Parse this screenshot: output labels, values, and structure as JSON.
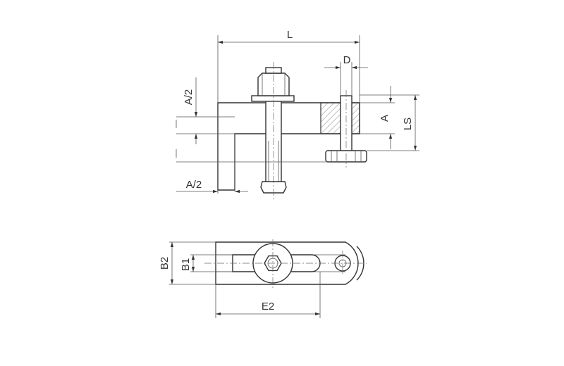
{
  "labels": {
    "L": "L",
    "D": "D",
    "A_half_top": "A/2",
    "A": "A",
    "LS": "LS",
    "A_half_bottom": "A/2",
    "B2": "B2",
    "B1": "B1",
    "E2": "E2"
  },
  "colors": {
    "line": "#333333",
    "background": "#ffffff"
  }
}
